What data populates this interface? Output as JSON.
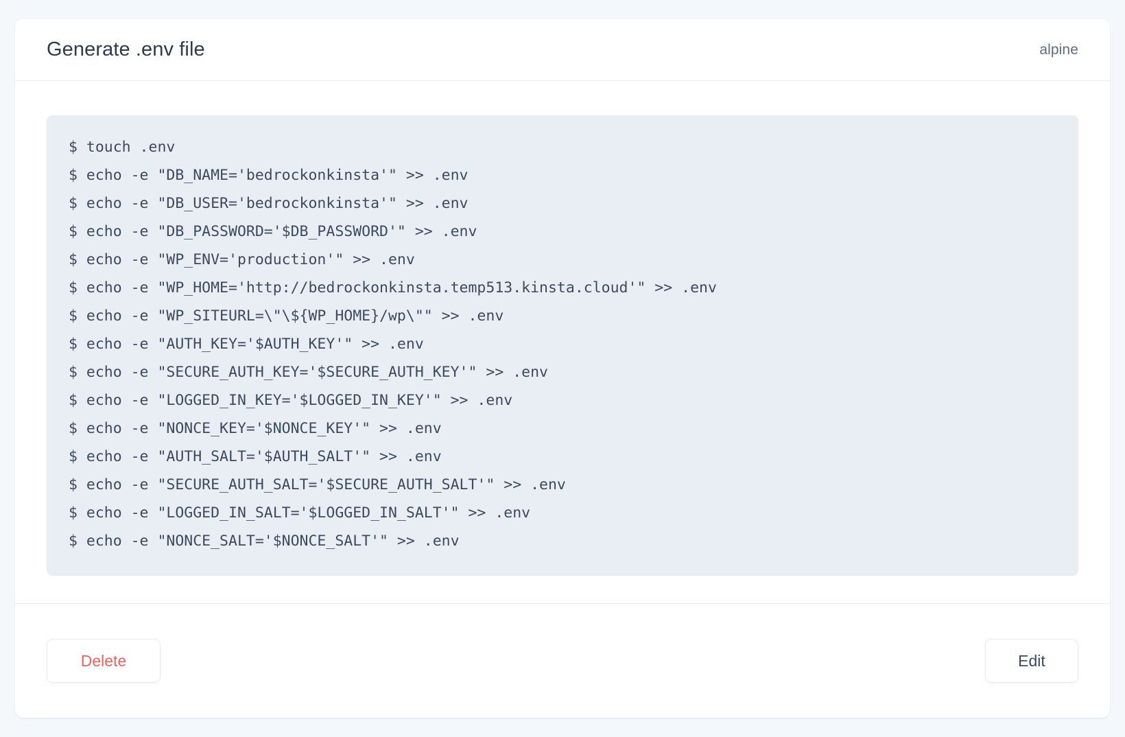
{
  "card": {
    "title": "Generate .env file",
    "tag": "alpine",
    "code_lines": [
      "$ touch .env",
      "$ echo -e \"DB_NAME='bedrockonkinsta'\" >> .env",
      "$ echo -e \"DB_USER='bedrockonkinsta'\" >> .env",
      "$ echo -e \"DB_PASSWORD='$DB_PASSWORD'\" >> .env",
      "$ echo -e \"WP_ENV='production'\" >> .env",
      "$ echo -e \"WP_HOME='http://bedrockonkinsta.temp513.kinsta.cloud'\" >> .env",
      "$ echo -e \"WP_SITEURL=\\\"\\${WP_HOME}/wp\\\"\" >> .env",
      "$ echo -e \"AUTH_KEY='$AUTH_KEY'\" >> .env",
      "$ echo -e \"SECURE_AUTH_KEY='$SECURE_AUTH_KEY'\" >> .env",
      "$ echo -e \"LOGGED_IN_KEY='$LOGGED_IN_KEY'\" >> .env",
      "$ echo -e \"NONCE_KEY='$NONCE_KEY'\" >> .env",
      "$ echo -e \"AUTH_SALT='$AUTH_SALT'\" >> .env",
      "$ echo -e \"SECURE_AUTH_SALT='$SECURE_AUTH_SALT'\" >> .env",
      "$ echo -e \"LOGGED_IN_SALT='$LOGGED_IN_SALT'\" >> .env",
      "$ echo -e \"NONCE_SALT='$NONCE_SALT'\" >> .env"
    ],
    "footer": {
      "delete_label": "Delete",
      "edit_label": "Edit"
    }
  },
  "colors": {
    "page_background": "#f5f8fb",
    "card_background": "#ffffff",
    "code_background": "#e9eef4",
    "code_text": "#3c4a60",
    "title_text": "#2e3a4e",
    "tag_text": "#5d6b80",
    "delete_text": "#f0625e",
    "edit_text": "#3b4a61",
    "border": "#e7ecf3"
  }
}
